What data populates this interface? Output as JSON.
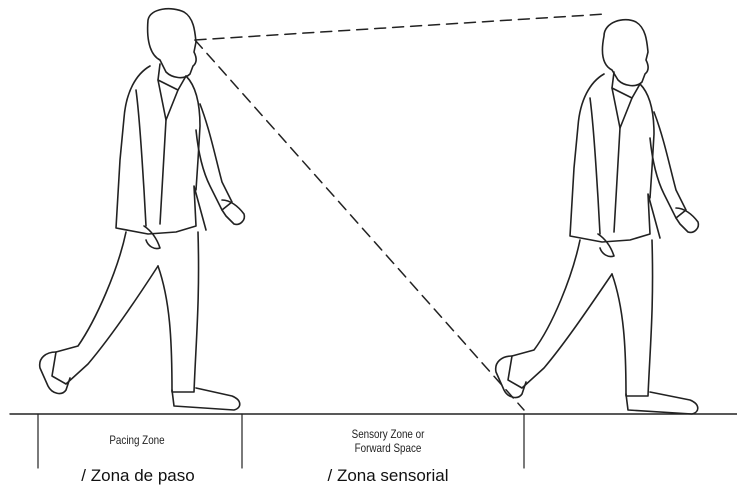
{
  "labels": {
    "pacing_zone_en": "Pacing Zone",
    "pacing_zone_es": "/ Zona de paso",
    "sensory_zone_en_line1": "Sensory Zone or",
    "sensory_zone_en_line2": "Forward Space",
    "sensory_zone_es": "/ Zona sensorial"
  },
  "figures": {
    "left": "walking-man-figure",
    "right": "walking-man-figure"
  },
  "colors": {
    "line": "#222222",
    "background": "#ffffff"
  }
}
